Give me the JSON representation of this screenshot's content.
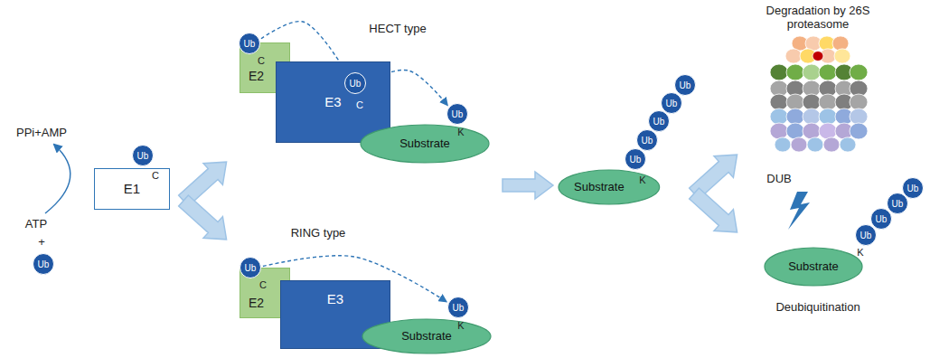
{
  "diagram": {
    "nodes": [
      {
        "text": [
          "Ub"
        ]
      },
      {
        "text": [
          "E1"
        ]
      },
      {
        "text": [
          "Ub"
        ]
      },
      {
        "text": [
          "E2"
        ]
      },
      {
        "text": [
          "Ub"
        ]
      },
      {
        "text": [
          "E3"
        ]
      },
      {
        "text": [
          "Ub"
        ]
      },
      {
        "text": [
          "Substrate"
        ]
      },
      {
        "text": [
          "Ub"
        ]
      },
      {
        "text": [
          "E2"
        ]
      },
      {
        "text": [
          "Ub"
        ]
      },
      {
        "text": [
          "E3"
        ]
      },
      {
        "text": [
          "Substrate"
        ]
      },
      {
        "text": [
          "Ub"
        ]
      },
      {
        "text": [
          "Substrate"
        ]
      },
      {
        "text": [
          "Ub"
        ]
      },
      {
        "text": [
          "Ub"
        ]
      },
      {
        "text": [
          "Ub"
        ]
      },
      {
        "text": [
          "Ub"
        ]
      },
      {
        "text": [
          "Ub"
        ]
      },
      {
        "text": [
          "Substrate"
        ]
      },
      {
        "text": [
          "Ub"
        ]
      },
      {
        "text": [
          "Ub"
        ]
      },
      {
        "text": [
          "Ub"
        ]
      },
      {
        "text": [
          "Ub"
        ]
      }
    ],
    "edges": [
      {
        "from": 4,
        "to": 6,
        "arrow": "to"
      },
      {
        "from": 6,
        "to": 8,
        "arrow": "to"
      },
      {
        "from": 10,
        "to": 13,
        "arrow": "to"
      }
    ],
    "labels": [
      "PPi+AMP",
      "ATP",
      "+",
      "C",
      "HECT type",
      "C",
      "C",
      "K",
      "RING type",
      "C",
      "K",
      "K",
      "Degradation by 26S proteasome",
      "DUB",
      "K",
      "Deubiquitination"
    ]
  }
}
